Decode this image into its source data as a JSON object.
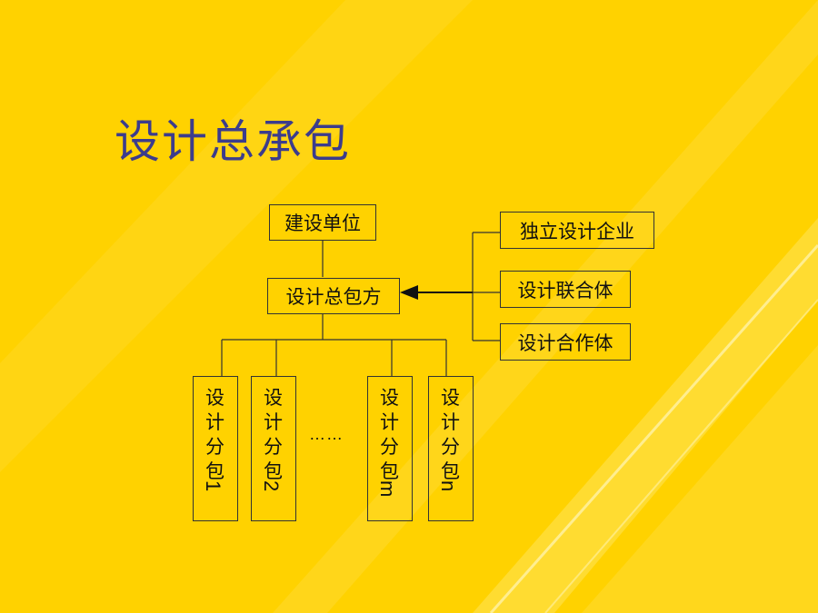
{
  "title": "设计总承包",
  "nodes": {
    "client": "建设单位",
    "main_contractor": "设计总包方"
  },
  "design_forms": [
    "独立设计企业",
    "设计联合体",
    "设计合作体"
  ],
  "subcontracts": [
    {
      "label": "设计分包",
      "index": "1"
    },
    {
      "label": "设计分包",
      "index": "2"
    },
    {
      "label": "设计分包",
      "index": "m"
    },
    {
      "label": "设计分包",
      "index": "n"
    }
  ],
  "ellipsis": "……",
  "colors": {
    "background": "#FFD200",
    "title": "#3C3C8C",
    "stroke": "#333333"
  }
}
